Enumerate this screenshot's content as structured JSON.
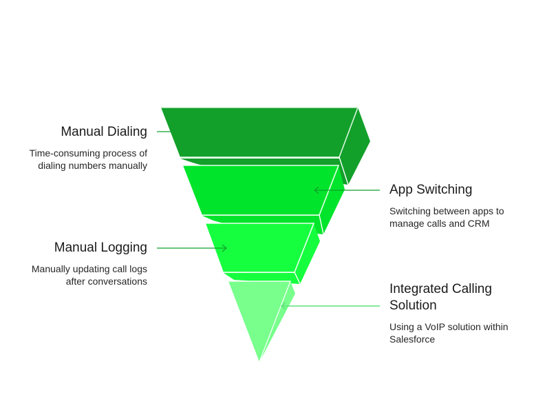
{
  "diagram": {
    "type": "inverted-funnel",
    "stages": [
      {
        "title": "Manual Dialing",
        "description_lines": [
          "Time-consuming process of",
          "dialing numbers manually"
        ],
        "color": "#12a02a",
        "side": "left"
      },
      {
        "title": "App Switching",
        "description_lines": [
          "Switching between apps to",
          "manage calls and CRM"
        ],
        "color": "#00e52b",
        "side": "right"
      },
      {
        "title": "Manual Logging",
        "description_lines": [
          "Manually updating call logs",
          "after conversations"
        ],
        "color": "#16ff3f",
        "side": "left"
      },
      {
        "title_lines": [
          "Integrated Calling",
          "Solution"
        ],
        "description_lines": [
          "Using a VoIP solution within",
          "Salesforce"
        ],
        "color": "#78ff8c",
        "side": "right"
      }
    ],
    "connector_colors": [
      "#12a02a",
      "#12a02a",
      "#12a02a",
      "#5ee07a"
    ]
  }
}
